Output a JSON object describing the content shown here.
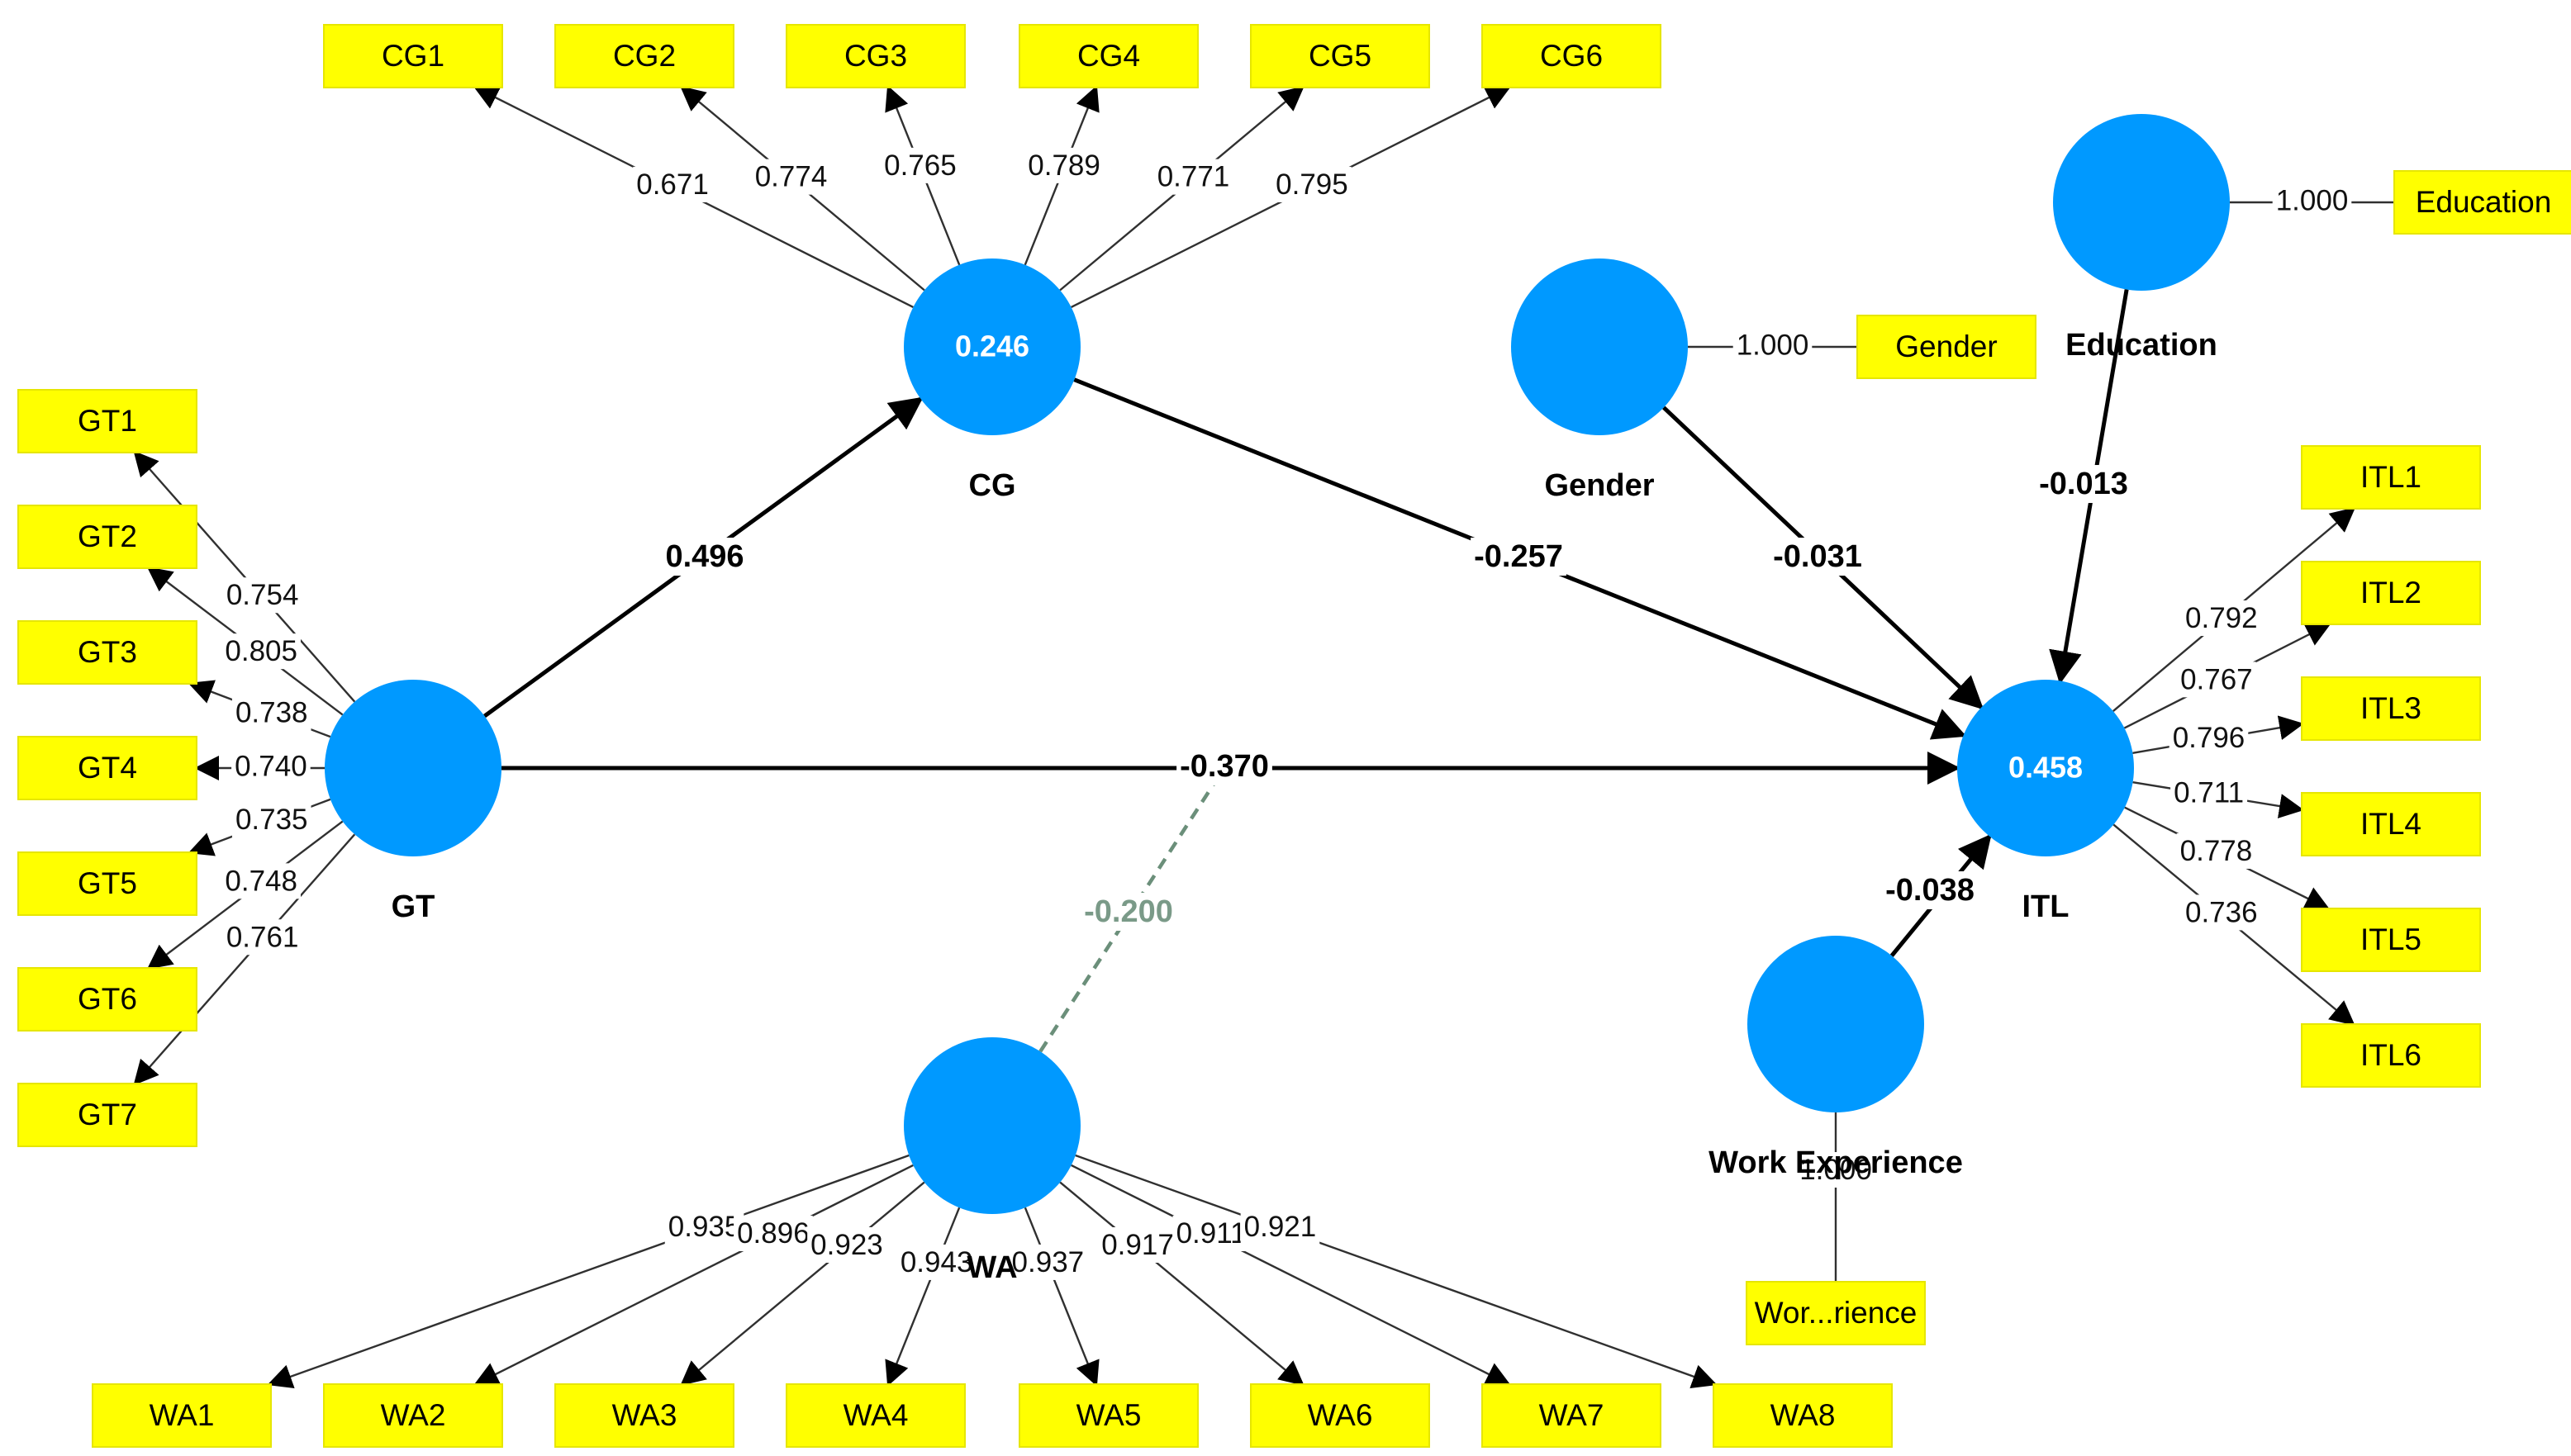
{
  "latent_variables": {
    "CG": {
      "name": "CG",
      "r_squared": "0.246"
    },
    "GT": {
      "name": "GT"
    },
    "WA": {
      "name": "WA"
    },
    "ITL": {
      "name": "ITL",
      "r_squared": "0.458"
    },
    "Gender": {
      "name": "Gender"
    },
    "Education": {
      "name": "Education"
    },
    "WorkExperience": {
      "name": "Work Experience"
    }
  },
  "indicators": {
    "CG": [
      {
        "label": "CG1",
        "loading": "0.671"
      },
      {
        "label": "CG2",
        "loading": "0.774"
      },
      {
        "label": "CG3",
        "loading": "0.765"
      },
      {
        "label": "CG4",
        "loading": "0.789"
      },
      {
        "label": "CG5",
        "loading": "0.771"
      },
      {
        "label": "CG6",
        "loading": "0.795"
      }
    ],
    "GT": [
      {
        "label": "GT1",
        "loading": "0.754"
      },
      {
        "label": "GT2",
        "loading": "0.805"
      },
      {
        "label": "GT3",
        "loading": "0.738"
      },
      {
        "label": "GT4",
        "loading": "0.740"
      },
      {
        "label": "GT5",
        "loading": "0.735"
      },
      {
        "label": "GT6",
        "loading": "0.748"
      },
      {
        "label": "GT7",
        "loading": "0.761"
      }
    ],
    "ITL": [
      {
        "label": "ITL1",
        "loading": "0.792"
      },
      {
        "label": "ITL2",
        "loading": "0.767"
      },
      {
        "label": "ITL3",
        "loading": "0.796"
      },
      {
        "label": "ITL4",
        "loading": "0.711"
      },
      {
        "label": "ITL5",
        "loading": "0.778"
      },
      {
        "label": "ITL6",
        "loading": "0.736"
      }
    ],
    "WA": [
      {
        "label": "WA1",
        "loading": "0.935"
      },
      {
        "label": "WA2",
        "loading": "0.896"
      },
      {
        "label": "WA3",
        "loading": "0.923"
      },
      {
        "label": "WA4",
        "loading": "0.943"
      },
      {
        "label": "WA5",
        "loading": "0.937"
      },
      {
        "label": "WA6",
        "loading": "0.917"
      },
      {
        "label": "WA7",
        "loading": "0.911"
      },
      {
        "label": "WA8",
        "loading": "0.921"
      }
    ],
    "Gender": [
      {
        "label": "Gender",
        "loading": "1.000"
      }
    ],
    "Education": [
      {
        "label": "Education",
        "loading": "1.000"
      }
    ],
    "WorkExperience": [
      {
        "label": "Wor...rience",
        "loading": "1.000"
      }
    ]
  },
  "paths": [
    {
      "from": "GT",
      "to": "CG",
      "coefficient": "0.496"
    },
    {
      "from": "CG",
      "to": "ITL",
      "coefficient": "-0.257"
    },
    {
      "from": "GT",
      "to": "ITL",
      "coefficient": "-0.370"
    },
    {
      "from": "Gender",
      "to": "ITL",
      "coefficient": "-0.031"
    },
    {
      "from": "Education",
      "to": "ITL",
      "coefficient": "-0.013"
    },
    {
      "from": "WorkExperience",
      "to": "ITL",
      "coefficient": "-0.038"
    }
  ],
  "moderation": {
    "from": "WA",
    "on": "GT-ITL",
    "coefficient": "-0.200"
  },
  "colors": {
    "latent_fill": "#0099ff",
    "indicator_fill": "#ffff00",
    "moderation_line": "#6b8f7a",
    "path_line": "#000000"
  }
}
